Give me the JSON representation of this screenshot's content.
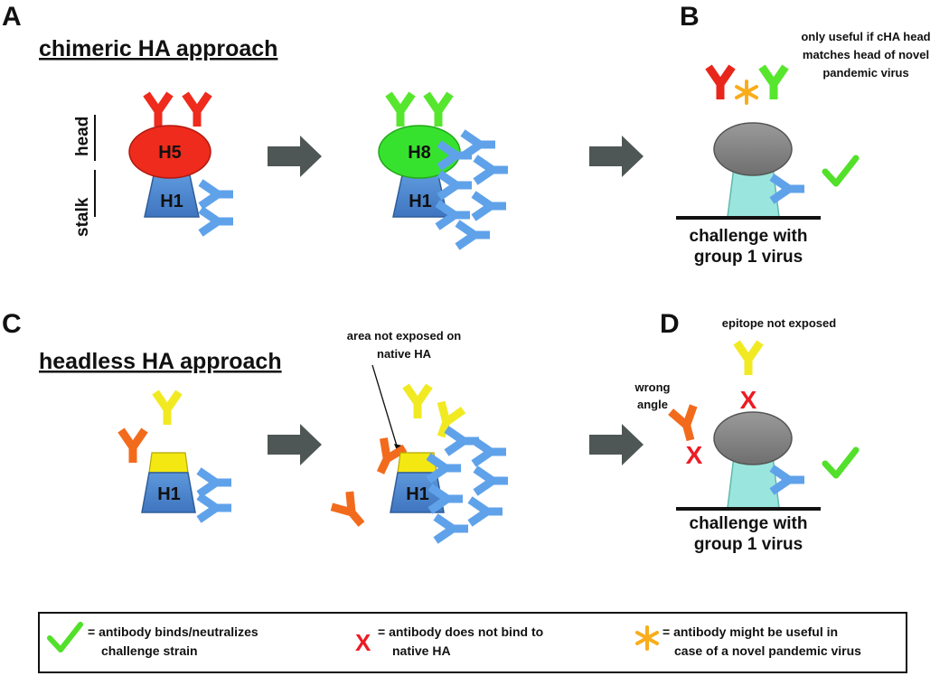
{
  "panels": {
    "a": {
      "letter": "A",
      "title": "chimeric HA approach",
      "head_label": "head",
      "stalk_label": "stalk",
      "head_subtype_1": "H5",
      "head_subtype_2": "H8",
      "stalk_subtype": "H1"
    },
    "b": {
      "letter": "B",
      "note_line1": "only useful if cHA head",
      "note_line2": "matches head of novel",
      "note_line3": "pandemic virus",
      "challenge_line1": "challenge with",
      "challenge_line2": "group 1 virus"
    },
    "c": {
      "letter": "C",
      "title": "headless HA approach",
      "stalk_subtype": "H1",
      "callout_line1": "area not exposed on",
      "callout_line2": "native HA"
    },
    "d": {
      "letter": "D",
      "epitope_note": "epitope not exposed",
      "wrong_line1": "wrong",
      "wrong_line2": "angle",
      "challenge_line1": "challenge with",
      "challenge_line2": "group 1 virus"
    }
  },
  "legend": {
    "check_line1": "= antibody binds/neutralizes",
    "check_line2": "challenge strain",
    "x_symbol": "X",
    "x_line1": "= antibody does not bind to",
    "x_line2": "native HA",
    "star_line1": "= antibody might be useful in",
    "star_line2": "case of a novel pandemic virus"
  },
  "colors": {
    "h5_head": "#ee2b1c",
    "h8_head": "#37e22e",
    "stalk": "#5189cf",
    "stalk_antibody": "#5fa2ea",
    "red_antibody": "#e8261b",
    "green_antibody": "#57e62e",
    "yellow_antibody": "#f1ea22",
    "orange_antibody": "#f26b1d",
    "yellow_cap": "#f4e813",
    "virus_head": "#8a8a8a",
    "virus_stalk": "#9ae6de",
    "arrow": "#4f5656",
    "check": "#52e02a",
    "cross": "#ec1c24",
    "star": "#f9ad1b"
  }
}
